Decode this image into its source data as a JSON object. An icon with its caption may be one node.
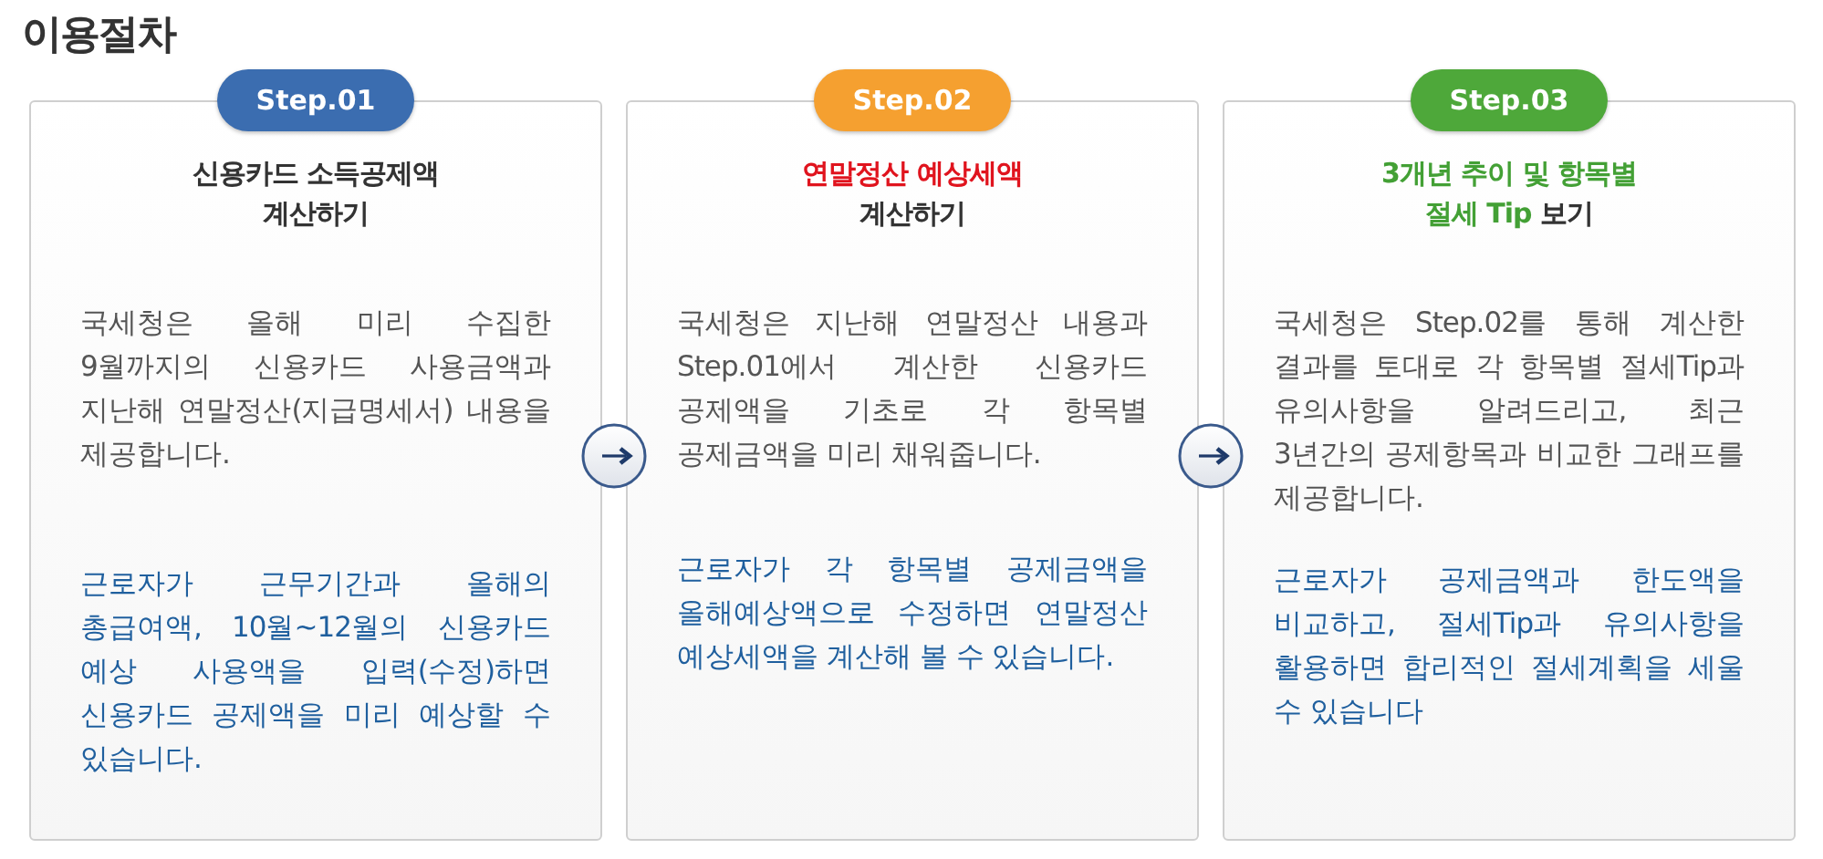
{
  "diagram": {
    "title": "이용절차",
    "nodes": [
      {
        "text": [
          "Step.01",
          "신용카드 소득공제액 계산하기",
          "국세청은 올해 미리 수집한 9월까지의 신용카드 사용금액과 지난해 연말정산(지급명세서) 내용을 제공합니다.",
          "근로자가 근무기간과 올해의 총급여액, 10월~12월의 신용카드 예상 사용액을 입력(수정)하면 신용카드 공제액을 미리 예상할 수 있습니다."
        ]
      },
      {
        "text": [
          "Step.02",
          "**연말정산 예상세액** 계산하기",
          "국세청은 지난해 연말정산 내용과 Step.01에서 계산한 신용카드 공제액을 기초로 각 항목별 공제금액을 미리 채워줍니다.",
          "근로자가 각 항목별 공제금액을 올해예상액으로 수정하면 연말정산 예상세액을 계산해 볼 수 있습니다."
        ]
      },
      {
        "text": [
          "Step.03",
          "**3개년 추이 및 항목별 절세 Tip** 보기",
          "국세청은 Step.02를 통해 계산한 결과를 토대로 각 항목별 절세Tip과 유의사항을 알려드리고, 최근 3년간의 공제항목과 비교한 그래프를 제공합니다.",
          "근로자가 공제금액과 한도액을 비교하고, 절세Tip과 유의사항을 활용하면 합리적인 절세계획을 세울 수 있습니다"
        ]
      }
    ],
    "edges": [
      {
        "from": 0,
        "to": 1,
        "arrow": "to"
      },
      {
        "from": 1,
        "to": 2,
        "arrow": "to"
      }
    ]
  }
}
